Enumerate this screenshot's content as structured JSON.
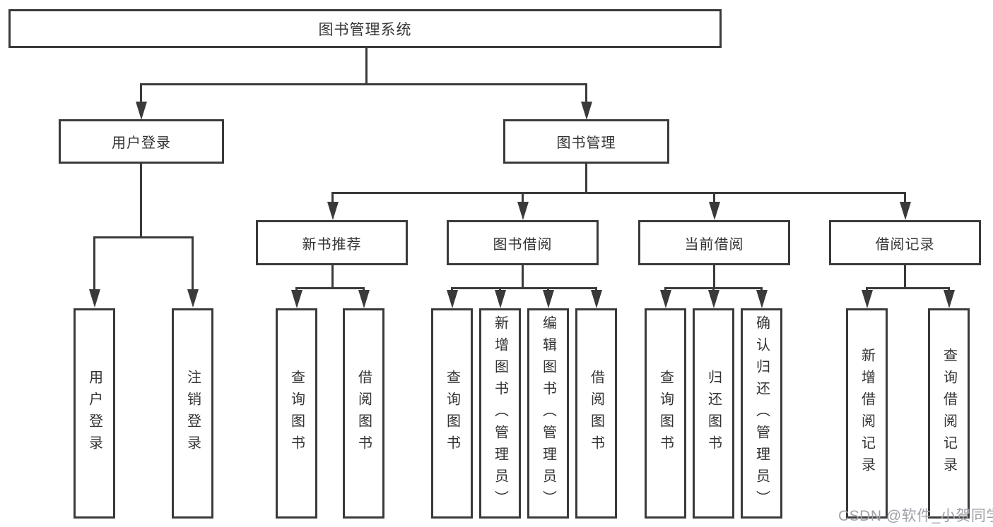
{
  "diagram": {
    "type": "tree-functional-structure",
    "colors": {
      "line": "#3a3a3a",
      "box_border": "#3a3a3a",
      "box_background": "#ffffff",
      "text": "#333333",
      "watermark": "#a0a0a8",
      "page_background": "#ffffff"
    }
  },
  "watermark": "CSDN @软件_小贺同学",
  "tree": {
    "root": "图书管理系统",
    "level2": [
      {
        "label": "用户登录",
        "children": [
          "用户登录",
          "注销登录"
        ]
      },
      {
        "label": "图书管理",
        "children": [
          {
            "label": "新书推荐",
            "children": [
              "查询图书",
              "借阅图书"
            ]
          },
          {
            "label": "图书借阅",
            "children": [
              "查询图书",
              "新增图书（管理员）",
              "编辑图书（管理员）",
              "借阅图书"
            ]
          },
          {
            "label": "当前借阅",
            "children": [
              "查询图书",
              "归还图书",
              "确认归还（管理员）"
            ]
          },
          {
            "label": "借阅记录",
            "children": [
              "新增借阅记录",
              "查询借阅记录"
            ]
          }
        ]
      }
    ]
  }
}
